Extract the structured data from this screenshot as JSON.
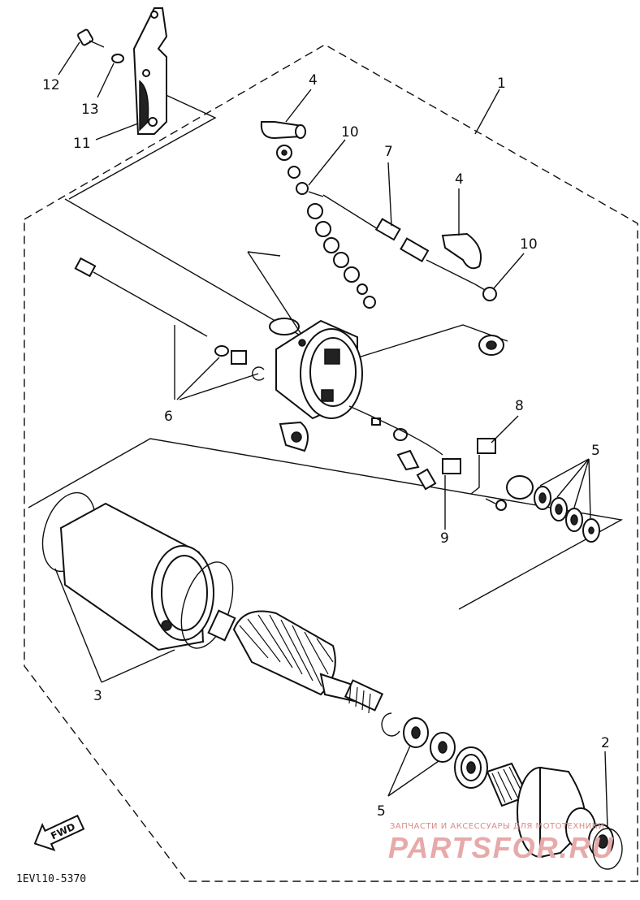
{
  "callouts": [
    {
      "id": "c1",
      "text": "1"
    },
    {
      "id": "c2",
      "text": "2"
    },
    {
      "id": "c3",
      "text": "3"
    },
    {
      "id": "c4a",
      "text": "4"
    },
    {
      "id": "c4b",
      "text": "4"
    },
    {
      "id": "c5a",
      "text": "5"
    },
    {
      "id": "c5b",
      "text": "5"
    },
    {
      "id": "c6",
      "text": "6"
    },
    {
      "id": "c7",
      "text": "7"
    },
    {
      "id": "c8",
      "text": "8"
    },
    {
      "id": "c9",
      "text": "9"
    },
    {
      "id": "c10a",
      "text": "10"
    },
    {
      "id": "c10b",
      "text": "10"
    },
    {
      "id": "c11",
      "text": "11"
    },
    {
      "id": "c12",
      "text": "12"
    },
    {
      "id": "c13",
      "text": "13"
    }
  ],
  "diagram_code": "1EVl10-5370",
  "fwd_label": "FWD",
  "watermark": {
    "line1": "ЗАПЧАСТИ И АКСЕССУАРЫ ДЛЯ МОТОТЕХНИКИ",
    "line2": "PARTSFOR.RU"
  },
  "colors": {
    "ink": "#111111",
    "watermark": "#e7a9a9"
  }
}
